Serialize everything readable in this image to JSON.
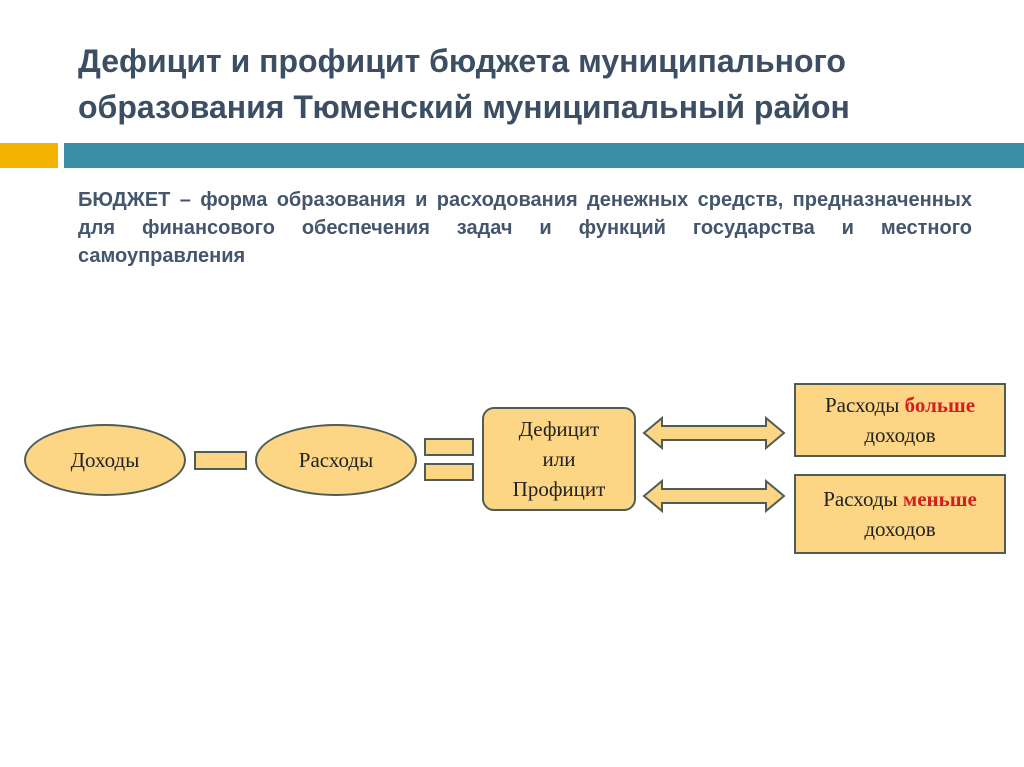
{
  "slide": {
    "title": "Дефицит и профицит бюджета муниципального образования Тюменский муниципальный район",
    "definition": "БЮДЖЕТ – форма образования и расходования денежных средств, предназначенных для финансового обеспечения задач и функций государства и местного самоуправления",
    "accent_colors": {
      "orange": "#f5b400",
      "teal": "#3a8ea6",
      "shape_fill": "#fcd685",
      "highlight": "#d31f1f"
    }
  },
  "diagram": {
    "income": "Доходы",
    "expenses": "Расходы",
    "balance": {
      "line1": "Дефицит",
      "line2": "или",
      "line3": "Профицит"
    },
    "outcome_more": {
      "prefix": "Расходы ",
      "highlight": "больше",
      "suffix": "доходов"
    },
    "outcome_less": {
      "prefix": "Расходы ",
      "highlight": "меньше",
      "suffix": "доходов"
    }
  }
}
